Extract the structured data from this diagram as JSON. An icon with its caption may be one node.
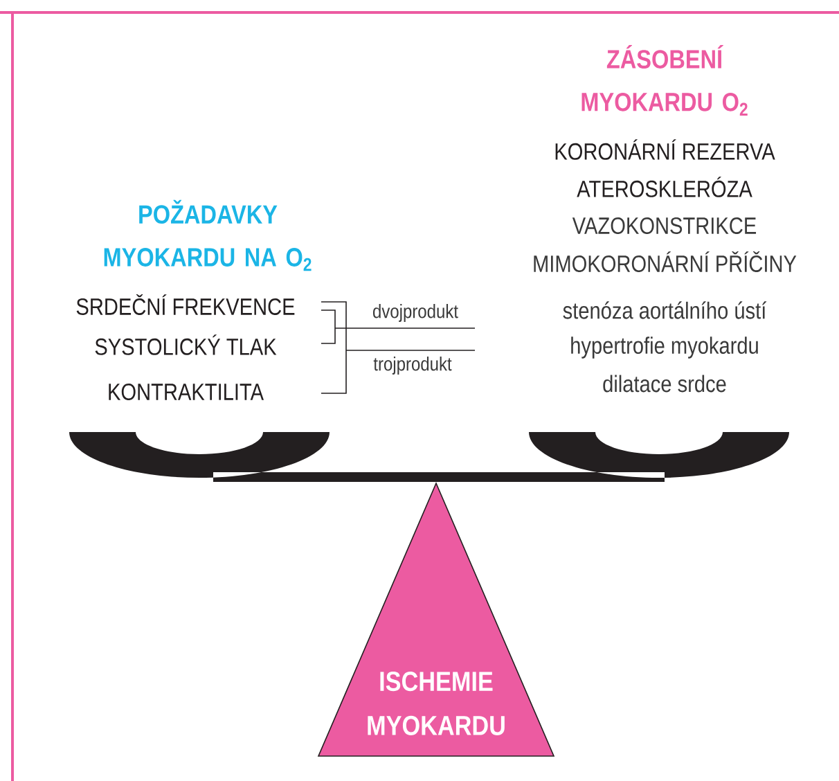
{
  "diagram": {
    "nodes": [
      {
        "text": [
          "ISCHEMIE MYOKARDU"
        ]
      }
    ],
    "edges": [],
    "labels": [
      "ZÁSOBENÍ MYOKARDU O$_{2}$",
      "KORONÁRNÍ REZERVA",
      "ATEROSKLERÓZA",
      "VAZOKONSTRIKCE",
      "MIMOKORONÁRNÍ PŘÍČINY",
      "stenóza aortálního ústí",
      "hypertrofie myokardu",
      "dilatace srdce",
      "POŽADAVKY MYOKARDU NA O$_{2}$",
      "SRDEČNÍ FREKVENCE",
      "SYSTOLICKÝ TLAK",
      "KONTRAKTILITA",
      "dvojprodukt",
      "trojprodukt"
    ]
  }
}
